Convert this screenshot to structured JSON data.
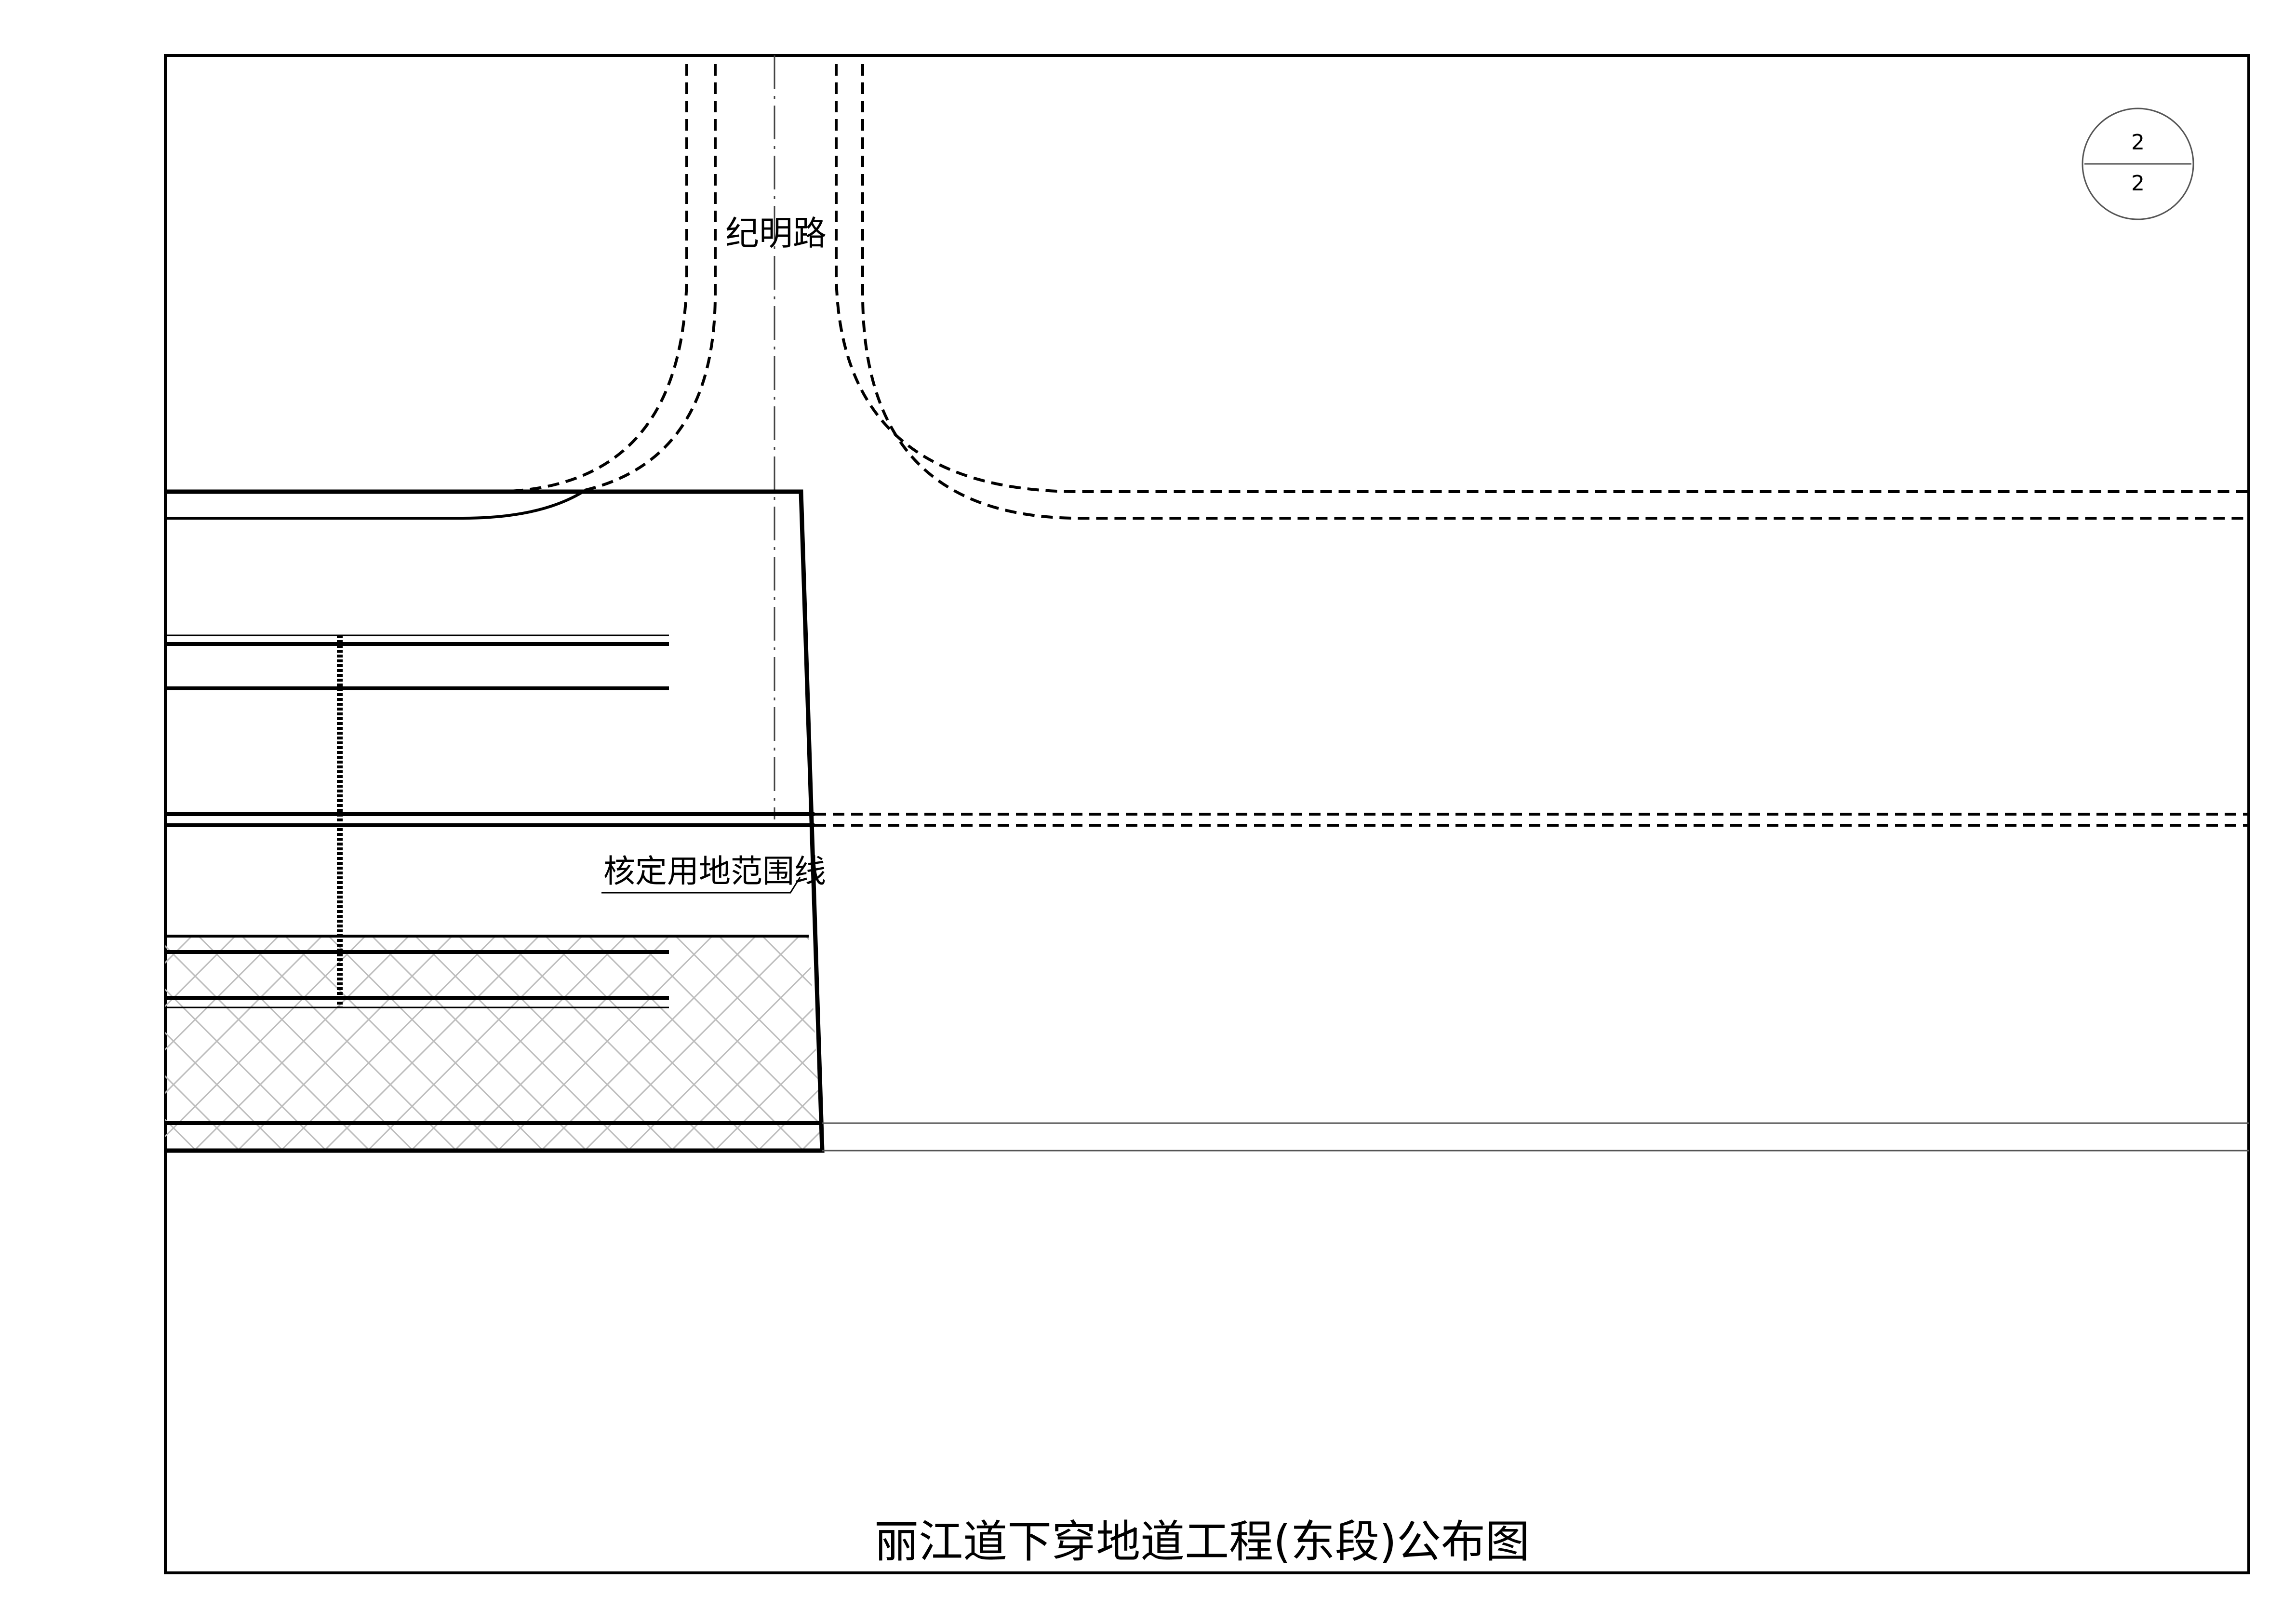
{
  "drawing": {
    "road_label": "纪明路",
    "boundary_label": "核定用地范围线",
    "title": "丽江道下穿地道工程(东段)公布图",
    "sheet": {
      "number": "2",
      "total": "2"
    }
  },
  "colors": {
    "line": "#000000",
    "thin_line": "#555555",
    "hatch": "#bdbdbd",
    "background": "#ffffff"
  }
}
